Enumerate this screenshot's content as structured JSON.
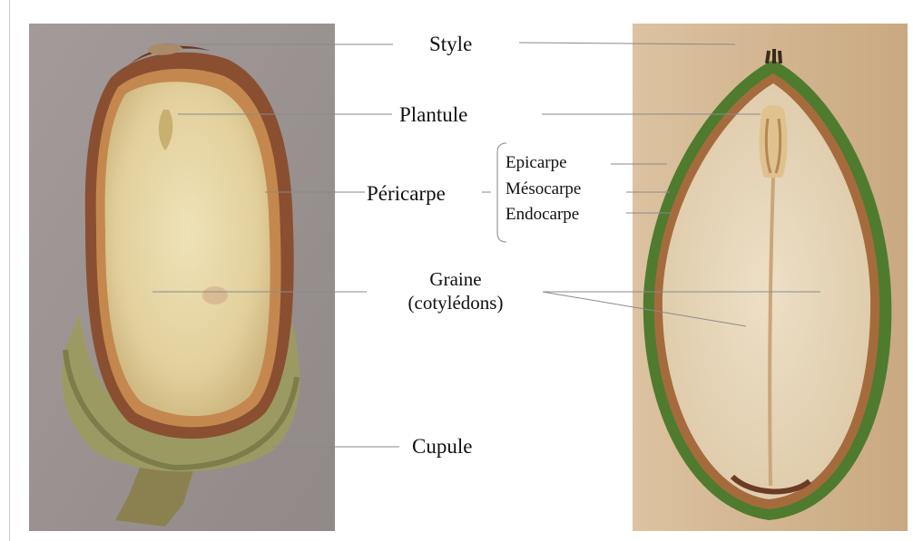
{
  "figure": {
    "left_photo": "acorn-section-with-cupule-photo",
    "right_photo": "acorn-longitudinal-section-photo"
  },
  "labels": {
    "style": "Style",
    "plantule": "Plantule",
    "pericarpe": "Péricarpe",
    "epicarpe": "Epicarpe",
    "mesocarpe": "Mésocarpe",
    "endocarpe": "Endocarpe",
    "graine_line1": "Graine",
    "graine_line2": "(cotylédons)",
    "cupule": "Cupule"
  },
  "colors": {
    "text": "#111111",
    "leader_line": "#8a8a8a",
    "left_background": "#9b9391",
    "right_background": "#d2b58f",
    "cotyledon_left": "#e3d3a3",
    "cotyledon_right": "#e8d8bd",
    "pericarp_green": "#4f7b2e",
    "cupule": "#9c9a63"
  }
}
